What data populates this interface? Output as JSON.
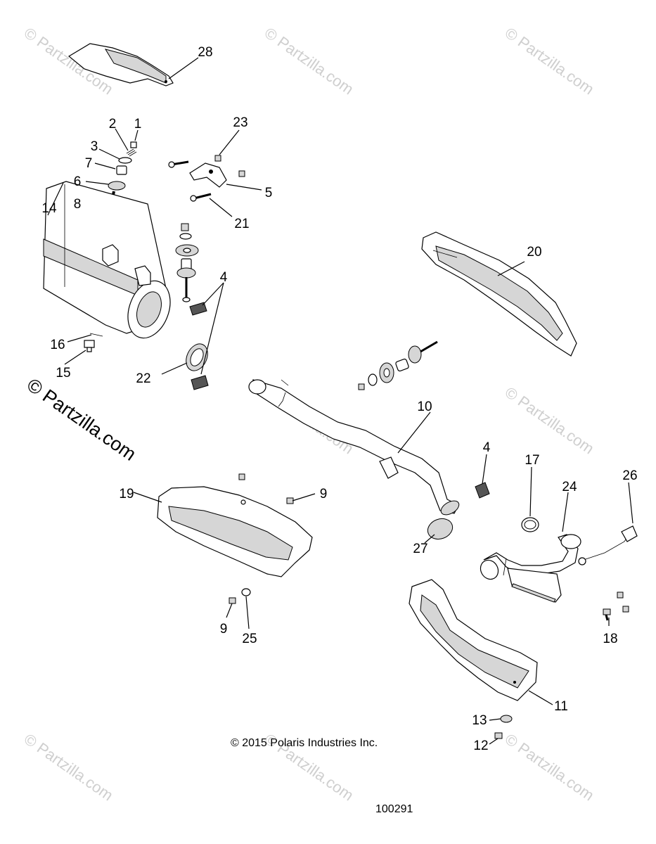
{
  "watermark": {
    "text": "© Partzilla.com",
    "big_text": "© Partzilla.com"
  },
  "copyright": "© 2015 Polaris Industries Inc.",
  "diagram_number": "100291",
  "callouts": {
    "c1": "1",
    "c2": "2",
    "c3": "3",
    "c4a": "4",
    "c4b": "4",
    "c5": "5",
    "c6": "6",
    "c7": "7",
    "c8": "8",
    "c9a": "9",
    "c9b": "9",
    "c10": "10",
    "c11": "11",
    "c12": "12",
    "c13": "13",
    "c14": "14",
    "c15": "15",
    "c16": "16",
    "c17": "17",
    "c18": "18",
    "c19": "19",
    "c20": "20",
    "c21": "21",
    "c22": "22",
    "c23": "23",
    "c24": "24",
    "c25": "25",
    "c26": "26",
    "c27": "27",
    "c28": "28"
  }
}
